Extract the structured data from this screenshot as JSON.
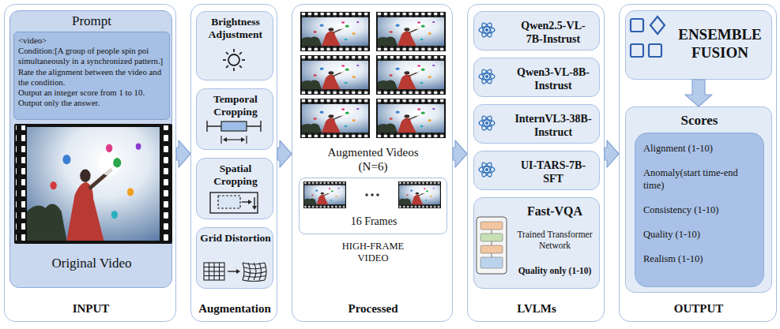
{
  "diagram": {
    "nodes": [
      {
        "text": [
          "INPUT"
        ]
      },
      {
        "text": [
          "Prompt",
          "Original Video"
        ],
        "in": 0
      },
      {
        "text": [
          "<video>",
          "Condition:[A group of people spin poi simultaneously in a synchronized pattern.]",
          "Rate the alignment between the video and the condition.",
          "Output an integer score from 1 to 10.",
          "Output only the answer."
        ],
        "in": 1
      },
      {
        "text": [
          "Augmentation"
        ]
      },
      {
        "text": [
          "Brightness Adjustment"
        ],
        "in": 3
      },
      {
        "text": [
          "Temporal Cropping"
        ],
        "in": 3
      },
      {
        "text": [
          "Spatial Cropping"
        ],
        "in": 3
      },
      {
        "text": [
          "Grid Distortion"
        ],
        "in": 3
      },
      {
        "text": [
          "Augmented Videos (N=6)",
          "HIGH-FRAME VIDEO",
          "Processed"
        ]
      },
      {
        "text": [
          "16 Frames"
        ],
        "in": 8
      },
      {
        "text": [
          "LVLMs"
        ]
      },
      {
        "text": [
          "Qwen2.5-VL-7B-Instrust"
        ],
        "in": 10
      },
      {
        "text": [
          "Qwen3-VL-8B-Instrust"
        ],
        "in": 10
      },
      {
        "text": [
          "InternVL3-38B-Instruct"
        ],
        "in": 10
      },
      {
        "text": [
          "UI-TARS-7B-SFT"
        ],
        "in": 10
      },
      {
        "text": [
          "Fast-VQA",
          "Trained Transformer Network",
          "Quality only (1-10)"
        ],
        "in": 10
      },
      {
        "text": [
          "OUTPUT"
        ]
      },
      {
        "text": [
          "ENSEMBLE FUSION"
        ],
        "in": 16
      },
      {
        "text": [
          "Scores"
        ],
        "in": 16
      },
      {
        "text": [
          "Alignment (1-10)",
          "Anomaly(start time-end time)",
          "Consistency (1-10)",
          "Quality (1-10)",
          "Realism (1-10)"
        ],
        "in": 18
      }
    ],
    "edges": [
      {
        "from": 0,
        "to": 3,
        "arrow": "to"
      },
      {
        "from": 3,
        "to": 8,
        "arrow": "to"
      },
      {
        "from": 8,
        "to": 10,
        "arrow": "to"
      },
      {
        "from": 10,
        "to": 16,
        "arrow": "to"
      },
      {
        "from": 17,
        "to": 18,
        "arrow": "to"
      }
    ]
  }
}
